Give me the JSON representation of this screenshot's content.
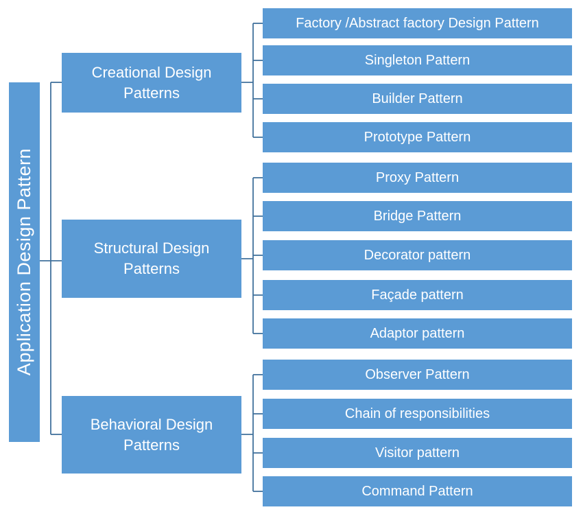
{
  "diagram": {
    "title": "Application Design Pattern hierarchy",
    "root": {
      "label": "Application Design Pattern"
    },
    "groups": [
      {
        "label": "Creational Design Patterns",
        "children": [
          "Factory /Abstract  factory Design Pattern",
          "Singleton Pattern",
          "Builder Pattern",
          "Prototype Pattern"
        ]
      },
      {
        "label": "Structural Design Patterns",
        "children": [
          "Proxy Pattern",
          "Bridge Pattern",
          "Decorator pattern",
          "Façade pattern",
          "Adaptor pattern"
        ]
      },
      {
        "label": "Behavioral Design Patterns",
        "children": [
          "Observer Pattern",
          "Chain of responsibilities",
          "Visitor pattern",
          "Command Pattern"
        ]
      }
    ],
    "colors": {
      "box_fill": "#5B9BD5",
      "connector": "#41719C",
      "text": "#FFFFFF",
      "background": "#FFFFFF"
    }
  }
}
